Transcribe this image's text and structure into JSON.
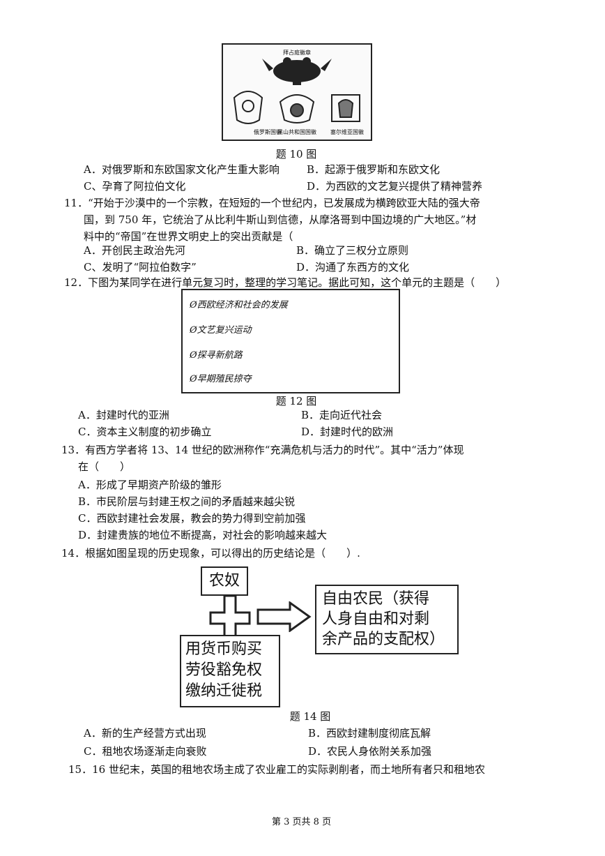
{
  "fig10": {
    "top_caption": "拜占庭徽章",
    "emblem_captions": [
      "俄罗斯国徽",
      "黑山共和国国徽",
      "塞尔维亚国徽"
    ],
    "caption": "题 10 图"
  },
  "q10_options": [
    "A．对俄罗斯和东欧国家文化产生重大影响",
    "B．起源于俄罗斯和东欧文化",
    "C、孕育了阿拉伯文化",
    "D．为西欧的文艺复兴提供了精神营养"
  ],
  "q11": {
    "lines": [
      "11．“开始于沙漠中的一个宗教，在短短的一个世纪内，已发展成为横跨欧亚大陆的强大帝",
      "国，到 750 年，它统治了从比利牛斯山到信德，从摩洛哥到中国边境的广大地区。”材",
      "料中的“帝国”在世界文明史上的突出贡献是（"
    ],
    "options": [
      "A．开创民主政治先河",
      "B．确立了三权分立原则",
      "C、发明了“阿拉伯数字”",
      "D．沟通了东西方的文化"
    ]
  },
  "q12": {
    "stem": "12．下图为某同学在进行单元复习时，整理的学习笔记。据此可知，这个单元的主题是（　　）",
    "notes": [
      "Ø西欧经济和社会的发展",
      "Ø文艺复兴运动",
      "Ø探寻新航路",
      "Ø早期殖民掠夺"
    ],
    "caption": "题 12 图",
    "options": [
      "A．封建时代的亚洲",
      "B．走向近代社会",
      "C．资本主义制度的初步确立",
      "D．封建时代的欧洲"
    ]
  },
  "q13": {
    "lines": [
      "13．有西方学者将 13、14 世纪的欧洲称作“充满危机与活力的时代”。其中“活力”体现",
      "在（　　）"
    ],
    "options": [
      "A．形成了早期资产阶级的雏形",
      "B．市民阶层与封建王权之间的矛盾越来越尖锐",
      "C．西欧封建社会发展，教会的势力得到空前加强",
      "D．封建贵族的地位不断提高，对社会的影响越来越大"
    ]
  },
  "q14": {
    "stem": "14．根据如图呈现的历史现象，可以得出的历史结论是（　　）.",
    "box_serf": "农奴",
    "box_result": [
      "自由农民（获得",
      "人身自由和对剩",
      "余产品的支配权）"
    ],
    "box_money": [
      "用货币购买",
      "劳役豁免权",
      "缴纳迁徙税"
    ],
    "caption": "题 14 图",
    "options": [
      "A．新的生产经营方式出现",
      "B．西欧封建制度彻底瓦解",
      "C．租地农场逐渐走向衰败",
      "D．农民人身依附关系加强"
    ]
  },
  "q15": {
    "line": "15．16 世纪末，英国的租地农场主成了农业雇工的实际剥削者，而土地所有者只和租地农"
  },
  "footer": "第 3 页共 8 页"
}
